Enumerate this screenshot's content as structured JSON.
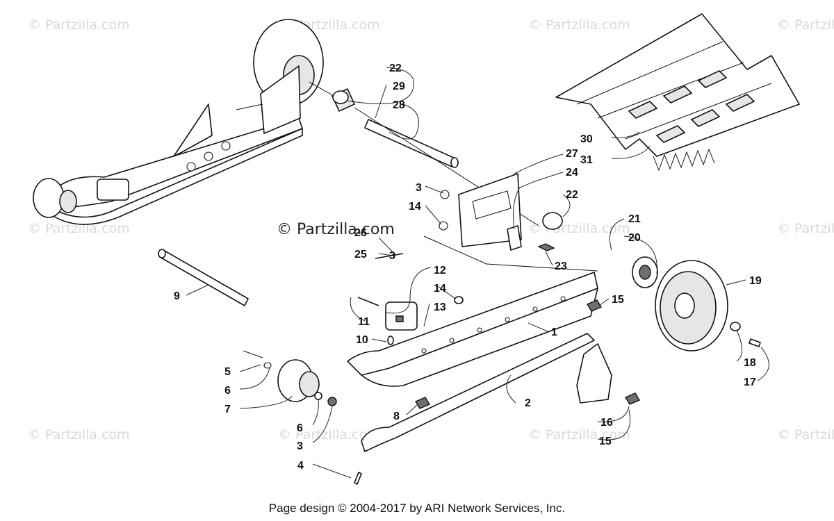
{
  "watermark": {
    "repeated_text": "© Partzilla.com",
    "main_text": "© Partzilla.com"
  },
  "callouts": [
    {
      "number": "1"
    },
    {
      "number": "2"
    },
    {
      "number": "3"
    },
    {
      "number": "3"
    },
    {
      "number": "3"
    },
    {
      "number": "4"
    },
    {
      "number": "5"
    },
    {
      "number": "6"
    },
    {
      "number": "6"
    },
    {
      "number": "7"
    },
    {
      "number": "8"
    },
    {
      "number": "9"
    },
    {
      "number": "10"
    },
    {
      "number": "11"
    },
    {
      "number": "12"
    },
    {
      "number": "13"
    },
    {
      "number": "14"
    },
    {
      "number": "14"
    },
    {
      "number": "15"
    },
    {
      "number": "15"
    },
    {
      "number": "16"
    },
    {
      "number": "17"
    },
    {
      "number": "18"
    },
    {
      "number": "19"
    },
    {
      "number": "20"
    },
    {
      "number": "21"
    },
    {
      "number": "22"
    },
    {
      "number": "22"
    },
    {
      "number": "23"
    },
    {
      "number": "24"
    },
    {
      "number": "25"
    },
    {
      "number": "26"
    },
    {
      "number": "27"
    },
    {
      "number": "28"
    },
    {
      "number": "29"
    },
    {
      "number": "30"
    },
    {
      "number": "31"
    }
  ],
  "footer": "Page design © 2004-2017 by ARI Network Services, Inc."
}
